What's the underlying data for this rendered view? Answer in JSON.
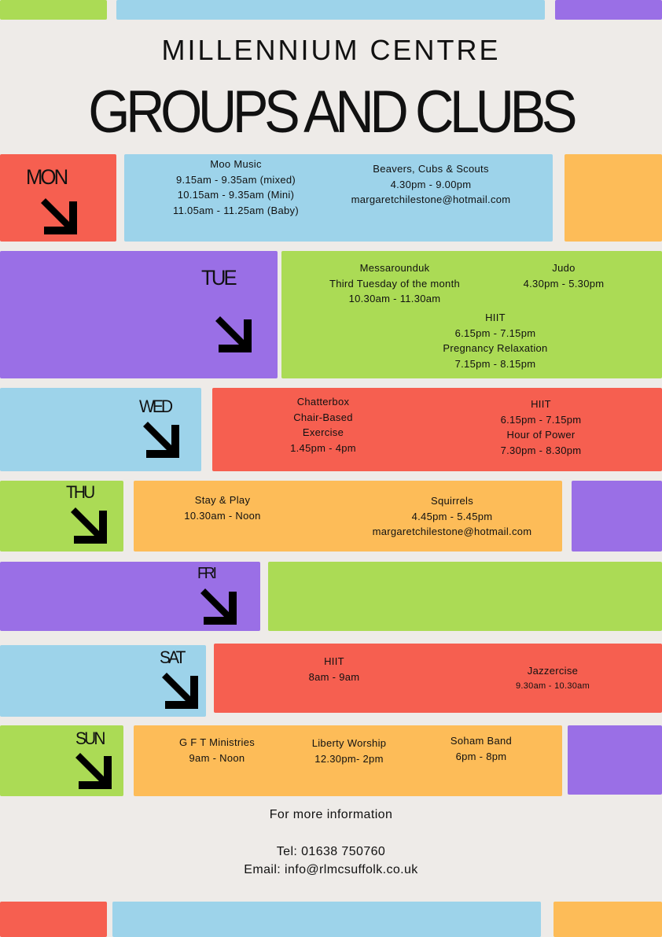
{
  "header": {
    "venue": "MILLENNIUM CENTRE",
    "title": "GROUPS AND CLUBS"
  },
  "colors": {
    "red": "#f65f50",
    "blue": "#9dd3ea",
    "purple": "#9a6fe6",
    "green": "#abdb55",
    "orange": "#fdbc58",
    "background": "#eeebe8"
  },
  "days": {
    "mon": {
      "label": "MON",
      "icon": "arrow-down-right-icon",
      "groups": [
        {
          "lines": [
            "Moo Music",
            "9.15am - 9.35am (mixed)",
            "10.15am - 9.35am (Mini)",
            "11.05am - 11.25am (Baby)"
          ]
        },
        {
          "lines": [
            "Beavers, Cubs & Scouts",
            "4.30pm - 9.00pm",
            "margaretchilestone@hotmail.com"
          ]
        }
      ]
    },
    "tue": {
      "label": "TUE",
      "icon": "arrow-down-right-icon",
      "groups": [
        {
          "lines": [
            "Messarounduk",
            "Third Tuesday of the month",
            "10.30am - 11.30am"
          ]
        },
        {
          "lines": [
            "Judo",
            "4.30pm - 5.30pm"
          ]
        },
        {
          "lines": [
            "HIIT",
            "6.15pm - 7.15pm",
            "Pregnancy Relaxation",
            "7.15pm - 8.15pm"
          ]
        }
      ]
    },
    "wed": {
      "label": "WED",
      "icon": "arrow-down-right-icon",
      "groups": [
        {
          "lines": [
            "Chatterbox",
            "Chair-Based",
            "Exercise",
            "1.45pm - 4pm"
          ]
        },
        {
          "lines": [
            "HIIT",
            "6.15pm - 7.15pm",
            "Hour of Power",
            "7.30pm - 8.30pm"
          ]
        }
      ]
    },
    "thu": {
      "label": "THU",
      "icon": "arrow-down-right-icon",
      "groups": [
        {
          "lines": [
            "Stay & Play",
            "10.30am - Noon"
          ]
        },
        {
          "lines": [
            "Squirrels",
            "4.45pm - 5.45pm",
            "margaretchilestone@hotmail.com"
          ]
        }
      ]
    },
    "fri": {
      "label": "FRI",
      "icon": "arrow-down-right-icon",
      "groups": []
    },
    "sat": {
      "label": "SAT",
      "icon": "arrow-down-right-icon",
      "groups": [
        {
          "lines": [
            "HIIT",
            "8am - 9am"
          ]
        },
        {
          "lines": [
            "Jazzercise",
            "9.30am - 10.30am"
          ]
        }
      ]
    },
    "sun": {
      "label": "SUN",
      "icon": "arrow-down-right-icon",
      "groups": [
        {
          "lines": [
            "G F T Ministries",
            "9am - Noon"
          ]
        },
        {
          "lines": [
            "Liberty Worship",
            "12.30pm- 2pm"
          ]
        },
        {
          "lines": [
            "Soham Band",
            "6pm - 8pm"
          ]
        }
      ]
    }
  },
  "footer": {
    "more_info": "For more information",
    "tel": "Tel: 01638 750760",
    "email": "Email: info@rlmcsuffolk.co.uk"
  }
}
